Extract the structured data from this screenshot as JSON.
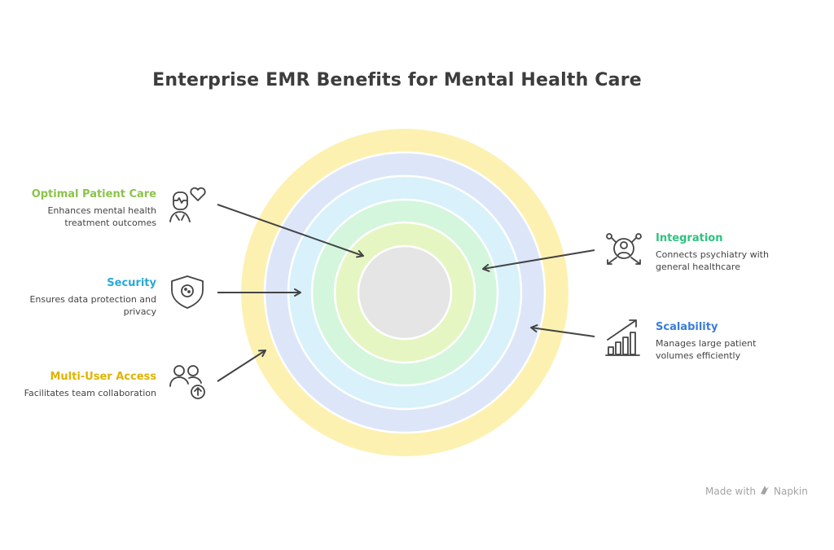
{
  "title": "Enterprise EMR Benefits for Mental Health Care",
  "items": [
    {
      "heading": "Optimal Patient Care",
      "description_line1": "Enhances mental health",
      "description_line2": "treatment outcomes",
      "color": "#8bc34a",
      "icon": "patient-heart-icon"
    },
    {
      "heading": "Security",
      "description_line1": "Ensures data protection and",
      "description_line2": "privacy",
      "color": "#29a8d8",
      "icon": "shield-icon"
    },
    {
      "heading": "Multi-User Access",
      "description_line1": "Facilitates team collaboration",
      "description_line2": "",
      "color": "#e0b400",
      "icon": "users-upload-icon"
    },
    {
      "heading": "Integration",
      "description_line1": "Connects psychiatry with",
      "description_line2": "general healthcare",
      "color": "#2ec27e",
      "icon": "network-person-icon"
    },
    {
      "heading": "Scalability",
      "description_line1": "Manages large patient",
      "description_line2": "volumes efficiently",
      "color": "#3b7dd8",
      "icon": "growth-chart-icon"
    }
  ],
  "rings": {
    "colors": [
      "#fdf1b2",
      "#dde6f8",
      "#d8f1fb",
      "#d3f6dc",
      "#e5f6c2",
      "#e5e5e5"
    ]
  },
  "watermark": {
    "prefix": "Made with",
    "brand": "Napkin"
  }
}
